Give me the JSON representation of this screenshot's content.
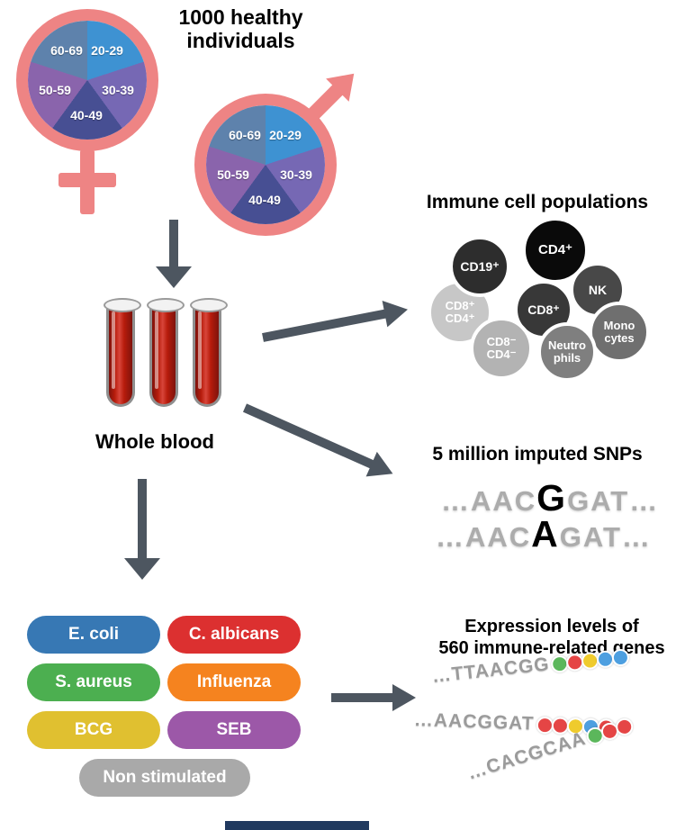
{
  "title": {
    "line1": "1000 healthy",
    "line2": "individuals"
  },
  "demographics": {
    "age_groups": [
      "20-29",
      "30-39",
      "40-49",
      "50-59",
      "60-69"
    ],
    "pie_colors": [
      "#3E92D2",
      "#7668B4",
      "#474F93",
      "#8A64AC",
      "#5E82AC"
    ],
    "symbol_color": "#EE8484"
  },
  "whole_blood": {
    "label": "Whole blood"
  },
  "arrow_color": "#4D5660",
  "blood_color": "#B71C0C",
  "immune_cells": {
    "title": "Immune cell populations",
    "cells": [
      {
        "line1": "CD19⁺",
        "color": "#2D2D2D"
      },
      {
        "line1": "CD4⁺",
        "color": "#0A0A0A"
      },
      {
        "line1": "NK",
        "color": "#484848"
      },
      {
        "line1": "CD8⁺",
        "color": "#383838"
      },
      {
        "line1": "CD8⁺",
        "line2": "CD4⁺",
        "color": "#C7C7C7"
      },
      {
        "line1": "Mono",
        "line2": "cytes",
        "color": "#6F6F6F"
      },
      {
        "line1": "CD8⁻",
        "line2": "CD4⁻",
        "color": "#B3B3B3"
      },
      {
        "line1": "Neutro",
        "line2": "phils",
        "color": "#7F7F7F"
      }
    ]
  },
  "snps": {
    "title": "5 million imputed SNPs",
    "sequences": [
      {
        "pre": "…AAC",
        "variant": "G",
        "post": "GAT…"
      },
      {
        "pre": "…AAC",
        "variant": "A",
        "post": "GAT…"
      }
    ]
  },
  "stimuli": [
    {
      "label": "E. coli",
      "color": "#3778B4"
    },
    {
      "label": "C. albicans",
      "color": "#DC3030"
    },
    {
      "label": "S. aureus",
      "color": "#4CAF50"
    },
    {
      "label": "Influenza",
      "color": "#F5831F"
    },
    {
      "label": "BCG",
      "color": "#E0C030"
    },
    {
      "label": "SEB",
      "color": "#9C58A8"
    },
    {
      "label": "Non stimulated",
      "color": "#A9A9A9"
    }
  ],
  "expression": {
    "title_line1": "Expression levels of",
    "title_line2": "560 immune-related genes",
    "sequences": [
      {
        "text": "…TTAACGG",
        "beads": [
          "#5BB75B",
          "#E54545",
          "#EFCB2D",
          "#4D9FE0",
          "#4D9FE0"
        ]
      },
      {
        "text": "…AACGGAT",
        "beads": [
          "#E54545",
          "#E54545",
          "#EFCB2D",
          "#4D9FE0",
          "#E54545"
        ]
      },
      {
        "text": "…CACGCAA",
        "beads": [
          "#5BB75B",
          "#E54545",
          "#E54545"
        ]
      }
    ]
  }
}
